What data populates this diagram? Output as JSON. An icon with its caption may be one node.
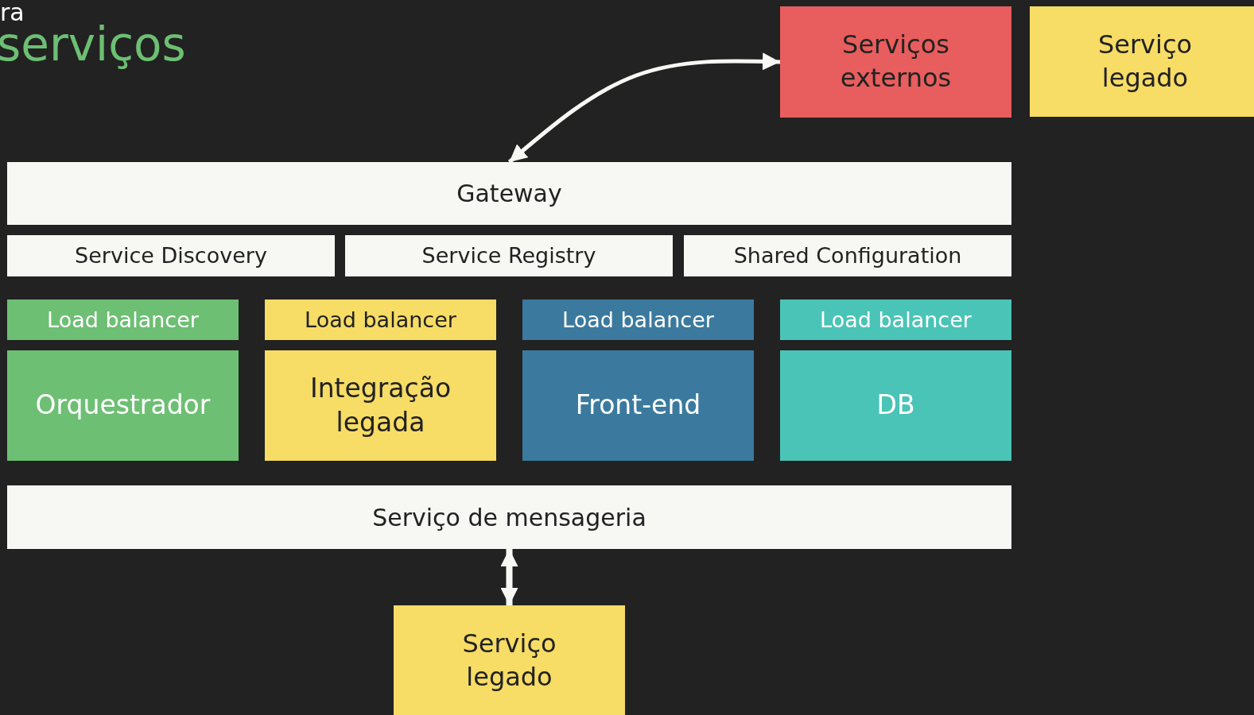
{
  "diagram": {
    "nodes": [
      {
        "text": [
          "Serviços externos"
        ]
      },
      {
        "text": [
          "Serviço legado"
        ]
      },
      {
        "text": [
          "Gateway"
        ]
      },
      {
        "text": [
          "Service Discovery"
        ]
      },
      {
        "text": [
          "Service Registry"
        ]
      },
      {
        "text": [
          "Shared Configuration"
        ]
      },
      {
        "text": [
          "Load balancer"
        ]
      },
      {
        "text": [
          "Orquestrador"
        ]
      },
      {
        "text": [
          "Load balancer"
        ]
      },
      {
        "text": [
          "Integração legada"
        ]
      },
      {
        "text": [
          "Load balancer"
        ]
      },
      {
        "text": [
          "Front-end"
        ]
      },
      {
        "text": [
          "Load balancer"
        ]
      },
      {
        "text": [
          "DB"
        ]
      },
      {
        "text": [
          "Serviço de mensageria"
        ]
      },
      {
        "text": [
          "Serviço legado"
        ]
      }
    ],
    "edges": [
      {
        "from": 0,
        "to": 2,
        "arrow": "both"
      },
      {
        "from": 14,
        "to": 15,
        "arrow": "both"
      }
    ],
    "labels": [
      "ra",
      "serviços"
    ]
  }
}
